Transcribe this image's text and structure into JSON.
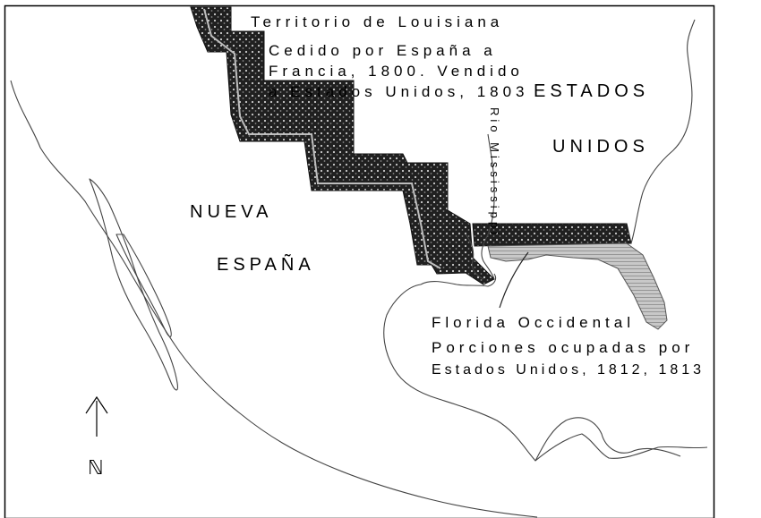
{
  "map": {
    "labels": {
      "louisiana_title": "Territorio de Louisiana",
      "louisiana_line1": "Cedido por España a",
      "louisiana_line2": "Francia, 1800. Vendido",
      "louisiana_line3": "a Estados Unidos, 1803",
      "estados": "ESTADOS",
      "unidos": "UNIDOS",
      "river": "Rio Mississippi",
      "nueva": "NUEVA",
      "espana": "ESPAÑA",
      "florida_title": "Florida Occidental",
      "florida_line1": "Porciones ocupadas por",
      "florida_line2": "Estados Unidos, 1812, 1813",
      "north": "ℕ"
    },
    "colors": {
      "territory_band": "#2a2a2a",
      "florida_shading": "#9a9a9a",
      "coastline": "#444444",
      "frame": "#000000"
    },
    "icons": {
      "north_arrow": "up-arrow-icon"
    }
  }
}
